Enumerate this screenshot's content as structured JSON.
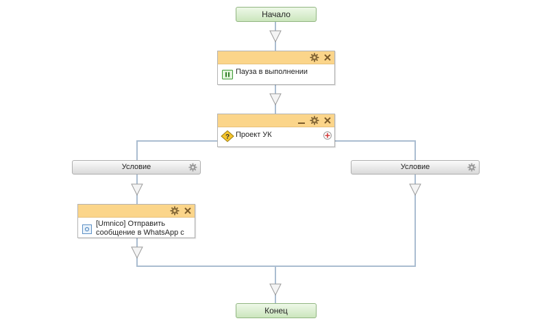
{
  "workflow": {
    "start_label": "Начало",
    "end_label": "Конец",
    "pause_block": {
      "label": "Пауза в выполнении"
    },
    "project_block": {
      "label": "Проект УК"
    },
    "conditions": [
      {
        "label": "Условие"
      },
      {
        "label": "Условие"
      }
    ],
    "send_block": {
      "label": "[Umnico] Отправить сообщение в WhatsApp с"
    }
  },
  "colors": {
    "block_header": "#fbd58a",
    "terminal_fill": "#cbe6bd",
    "connector": "#a9bcd0",
    "icon_brown": "#8a6d3b"
  }
}
